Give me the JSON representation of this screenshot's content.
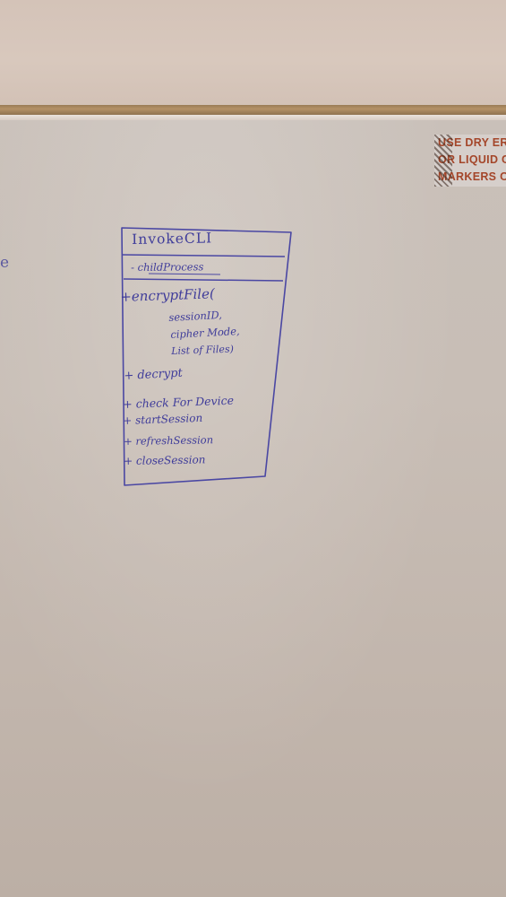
{
  "whiteboard": {
    "sticker_lines": [
      "USE DRY ERA",
      "OR LIQUID CH",
      "MARKERS ON"
    ],
    "edge_mark": "e",
    "uml_class": {
      "name": "InvokeCLI",
      "attributes": [
        "- childProcess"
      ],
      "methods": {
        "encrypt": "+encryptFile(",
        "encrypt_params": [
          "sessionID,",
          "cipher Mode,",
          "List of Files)"
        ],
        "decrypt": "+ decrypt",
        "check": "+ check For Device",
        "start": "+ startSession",
        "refresh": "+ refreshSession",
        "close": "+ closeSession"
      }
    }
  }
}
